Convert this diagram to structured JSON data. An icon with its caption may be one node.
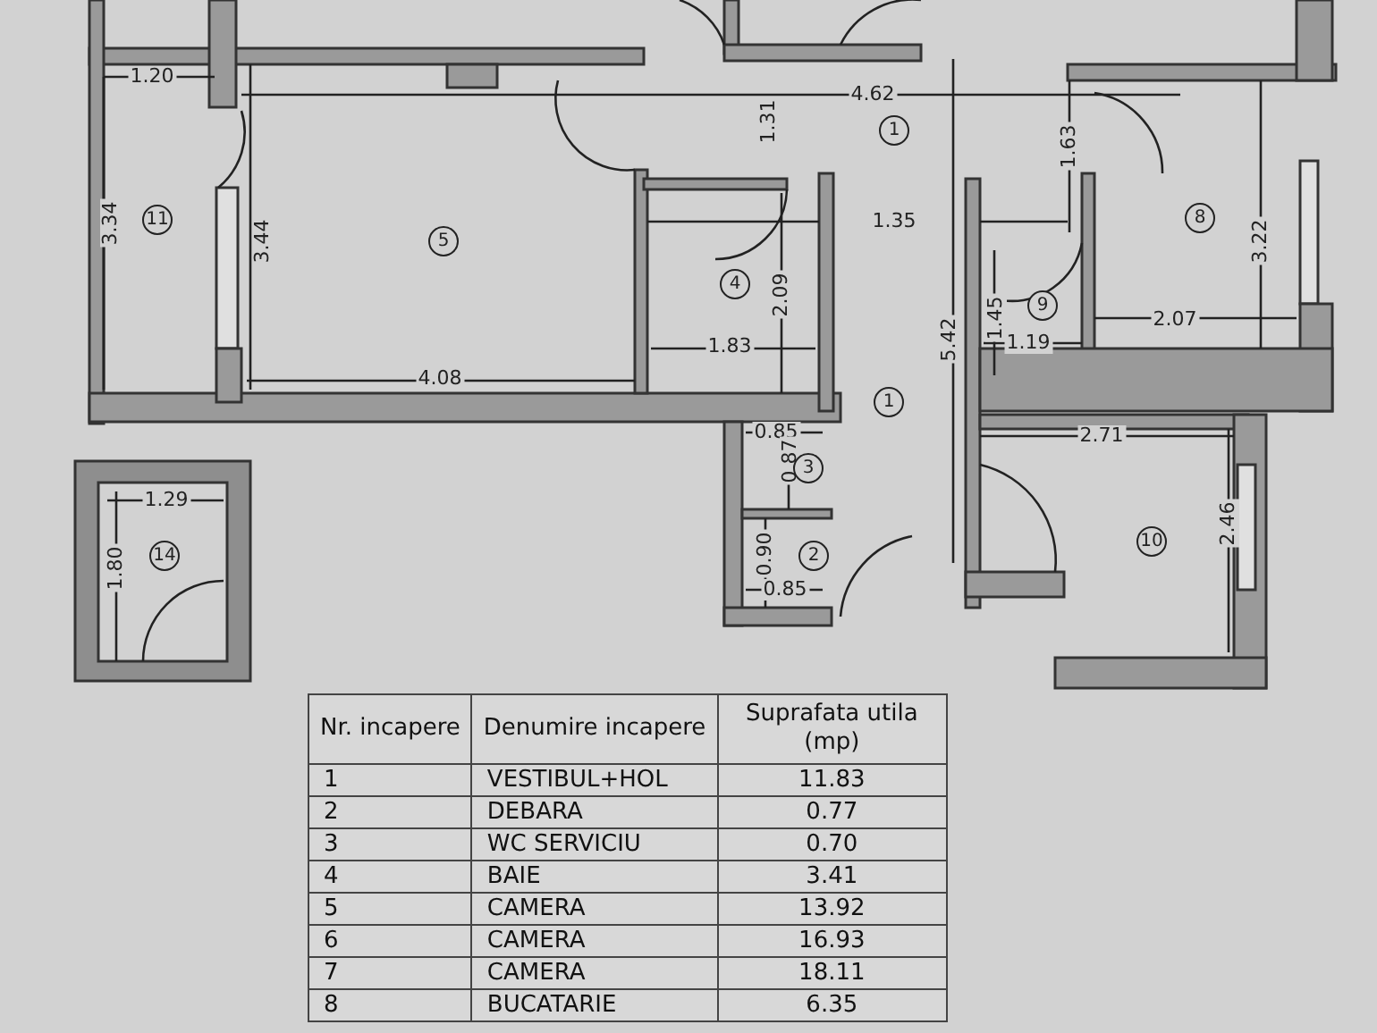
{
  "diagram": {
    "labels": [
      "1.20",
      "4.62",
      "1",
      "1.31",
      "1.63",
      "3.34",
      "11",
      "3.44",
      "5",
      "8",
      "3.22",
      "1.35",
      "4",
      "2.09",
      "5.42",
      "1.45",
      "9",
      "2.07",
      "1.83",
      "1.19",
      "4.08",
      "1",
      "0.85",
      "0.87",
      "3",
      "2.71",
      "1.29",
      "14",
      "1.80",
      "2",
      "0.90",
      "10",
      "2.46",
      "0.85",
      "Nr. incapere",
      "Denumire incapere",
      "Suprafata utila (mp)",
      "1",
      "VESTIBUL+HOL",
      "11.83",
      "2",
      "DEBARA",
      "0.77",
      "3",
      "WC SERVICIU",
      "0.70",
      "4",
      "BAIE",
      "3.41",
      "5",
      "CAMERA",
      "13.92",
      "6",
      "CAMERA",
      "16.93",
      "7",
      "CAMERA",
      "18.11",
      "8",
      "BUCATARIE",
      "6.35"
    ]
  }
}
